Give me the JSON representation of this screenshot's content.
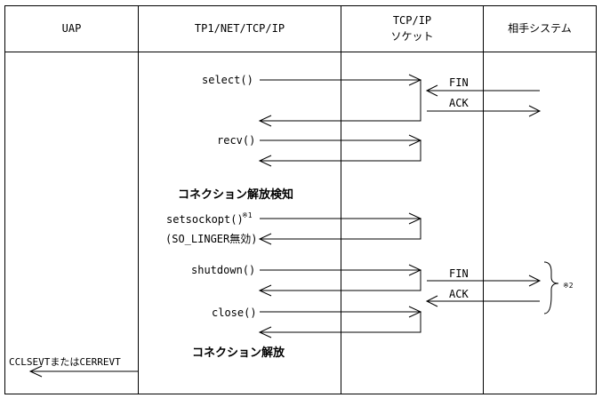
{
  "headers": {
    "uap": "UAP",
    "tp1": "TP1/NET/TCP/IP",
    "socket_line1": "TCP/IP",
    "socket_line2": "ソケット",
    "remote": "相手システム"
  },
  "calls": {
    "select": "select()",
    "recv": "recv()",
    "setsockopt": "setsockopt()",
    "setsockopt_note": "※1",
    "so_linger": "(SO_LINGER無効)",
    "shutdown": "shutdown()",
    "close": "close()"
  },
  "notes": {
    "detect": "コネクション解放検知",
    "release": "コネクション解放",
    "event": "CCLSEVTまたはCERREVT"
  },
  "messages": {
    "fin_in": "FIN",
    "ack_out": "ACK",
    "fin_out": "FIN",
    "ack_in": "ACK"
  },
  "brace_note": "※2"
}
